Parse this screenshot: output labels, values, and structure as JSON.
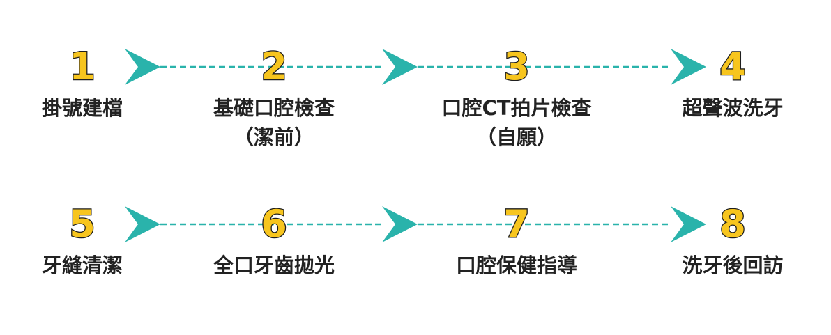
{
  "colors": {
    "arrow": "#2ab3ab",
    "number_fill": "#f7c51e",
    "number_outline": "#1e1e1e",
    "text": "#222222"
  },
  "steps": [
    {
      "number": "1",
      "label": "掛號建檔",
      "note": ""
    },
    {
      "number": "2",
      "label": "基礎口腔檢查",
      "note": "（潔前）"
    },
    {
      "number": "3",
      "label": "口腔CT拍片檢查",
      "note": "（自願）"
    },
    {
      "number": "4",
      "label": "超聲波洗牙",
      "note": ""
    },
    {
      "number": "5",
      "label": "牙縫清潔",
      "note": ""
    },
    {
      "number": "6",
      "label": "全口牙齒拋光",
      "note": ""
    },
    {
      "number": "7",
      "label": "口腔保健指導",
      "note": ""
    },
    {
      "number": "8",
      "label": "洗牙後回訪",
      "note": ""
    }
  ]
}
